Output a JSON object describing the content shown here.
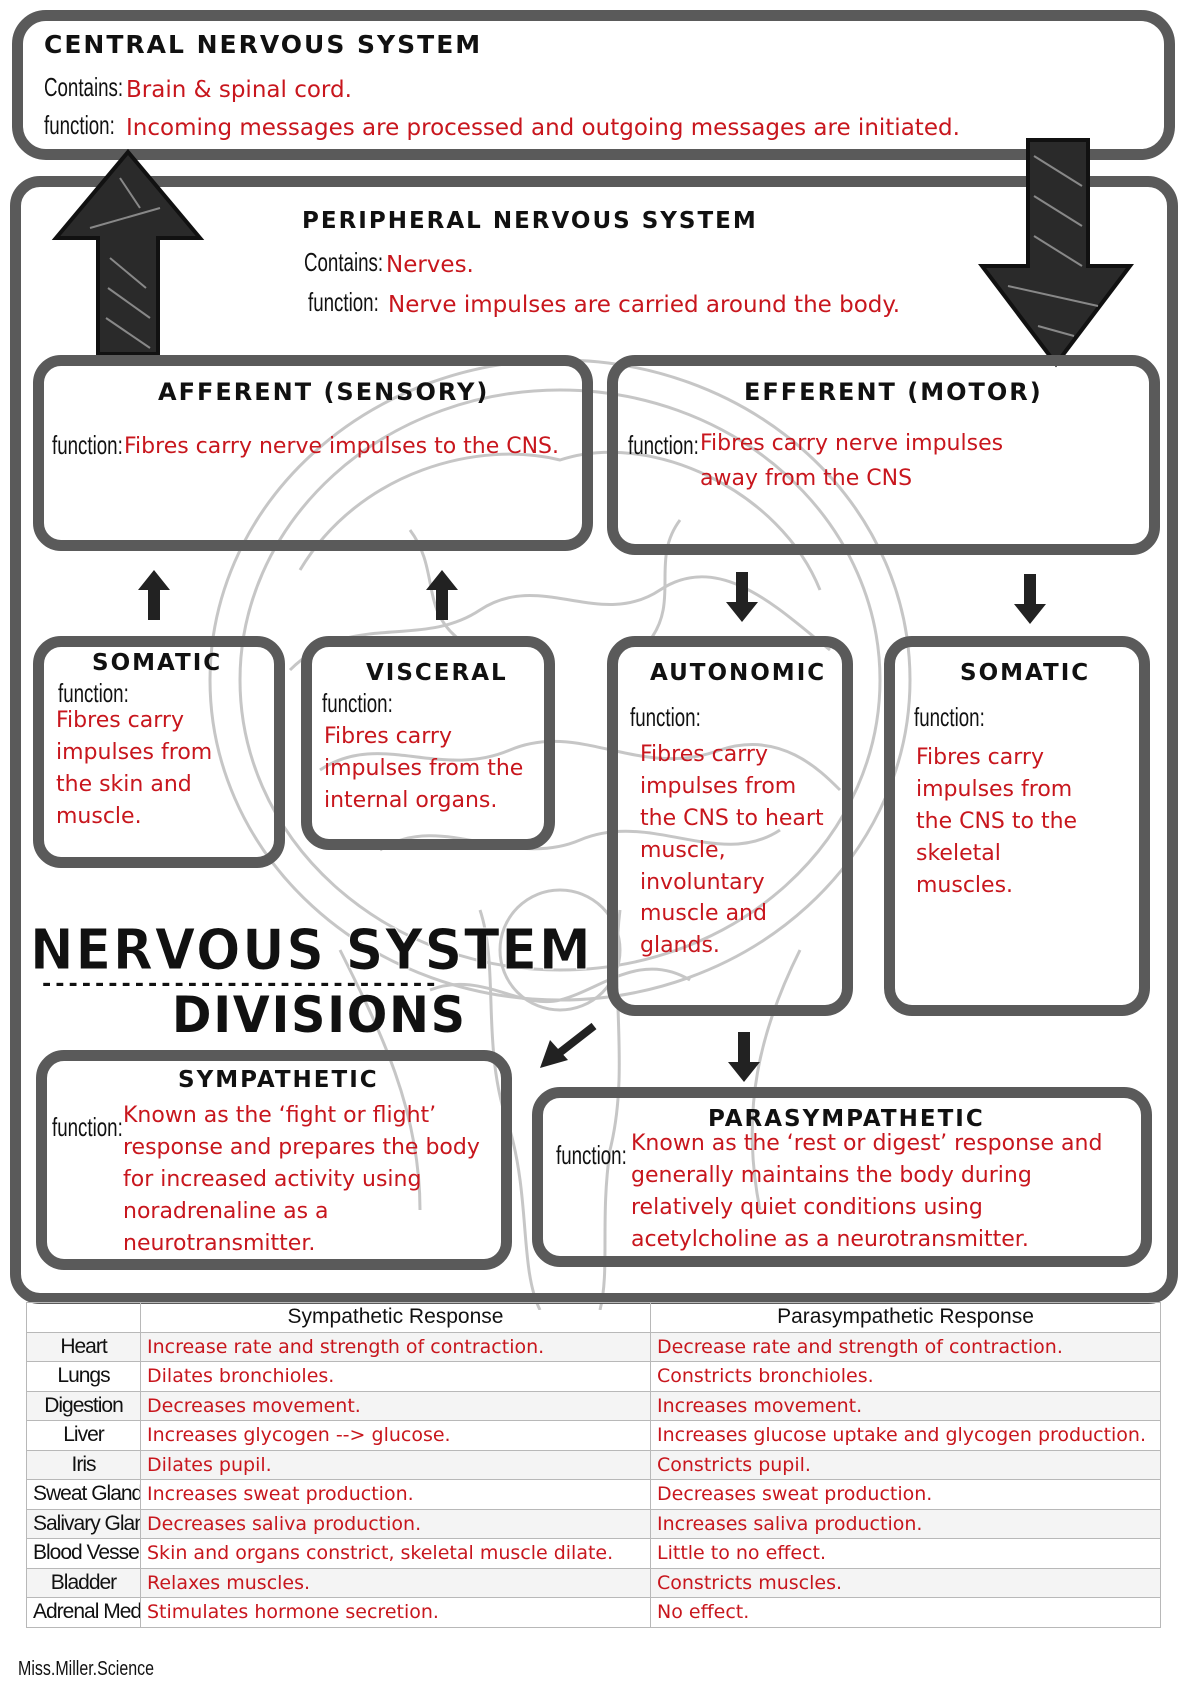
{
  "cns": {
    "title": "CENTRAL NERVOUS SYSTEM",
    "contains_label": "Contains:",
    "contains": "Brain & spinal cord.",
    "function_label": "function:",
    "function": "Incoming messages are processed and outgoing messages are initiated."
  },
  "pns": {
    "title": "PERIPHERAL NERVOUS SYSTEM",
    "contains_label": "Contains:",
    "contains": "Nerves.",
    "function_label": "function:",
    "function": "Nerve impulses are carried around the body."
  },
  "afferent": {
    "title": "AFFERENT (SENSORY)",
    "function_label": "function:",
    "function": "Fibres carry nerve impulses to the CNS."
  },
  "efferent": {
    "title": "EFFERENT (MOTOR)",
    "function_label": "function:",
    "function_line1": "Fibres carry nerve impulses",
    "function_line2": "away from the CNS"
  },
  "somatic_afferent": {
    "title": "SOMATIC",
    "function_label": "function:",
    "lines": [
      "Fibres carry",
      "impulses from",
      "the skin and",
      "muscle."
    ]
  },
  "visceral": {
    "title": "VISCERAL",
    "function_label": "function:",
    "lines": [
      "Fibres carry",
      "impulses from the",
      "internal organs."
    ]
  },
  "autonomic": {
    "title": "AUTONOMIC",
    "function_label": "function:",
    "lines": [
      "Fibres carry",
      "impulses from",
      "the CNS to heart",
      "muscle,",
      "involuntary",
      "muscle and",
      "glands."
    ]
  },
  "somatic_efferent": {
    "title": "SOMATIC",
    "function_label": "function:",
    "lines": [
      "Fibres carry",
      "impulses from",
      "the CNS to the",
      "skeletal",
      "muscles."
    ]
  },
  "page_title": {
    "main": "NERVOUS SYSTEM",
    "dashes": "------------------------------",
    "sub": "DIVISIONS"
  },
  "sympathetic": {
    "title": "SYMPATHETIC",
    "function_label": "function:",
    "lines": [
      "Known as the ‘fight or flight’",
      "response and prepares the body",
      "for increased activity using",
      "noradrenaline as a",
      "neurotransmitter."
    ]
  },
  "parasympathetic": {
    "title": "PARASYMPATHETIC",
    "function_label": "function:",
    "lines": [
      "Known as the ‘rest or digest’ response and",
      "generally maintains the body during",
      "relatively quiet conditions using",
      "acetylcholine as a neurotransmitter."
    ]
  },
  "table": {
    "headers": [
      "",
      "Sympathetic Response",
      "Parasympathetic Response"
    ],
    "rows": [
      [
        "Heart",
        "Increase rate and strength of contraction.",
        "Decrease rate and strength of contraction."
      ],
      [
        "Lungs",
        "Dilates bronchioles.",
        "Constricts bronchioles."
      ],
      [
        "Digestion",
        "Decreases movement.",
        "Increases movement."
      ],
      [
        "Liver",
        "Increases glycogen --> glucose.",
        "Increases glucose uptake and glycogen production."
      ],
      [
        "Iris",
        "Dilates pupil.",
        "Constricts pupil."
      ],
      [
        "Sweat Glands",
        "Increases sweat production.",
        "Decreases sweat production."
      ],
      [
        "Salivary Glands",
        "Decreases saliva production.",
        "Increases saliva production."
      ],
      [
        "Blood Vessels",
        "Skin and organs constrict, skeletal muscle dilate.",
        "Little to no effect."
      ],
      [
        "Bladder",
        "Relaxes muscles.",
        "Constricts muscles."
      ],
      [
        "Adrenal Medulla",
        "Stimulates hormone secretion.",
        "No effect."
      ]
    ]
  },
  "footer": {
    "credit": "Miss.Miller.Science"
  },
  "colors": {
    "text_red": "#c8161d",
    "box_border": "#5a5a5a",
    "ink": "#111111"
  }
}
